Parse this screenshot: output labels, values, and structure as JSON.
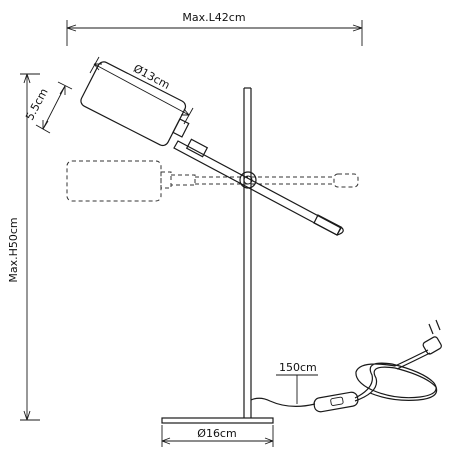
{
  "dimensions": {
    "max_length": "Max.L42cm",
    "max_height": "Max.H50cm",
    "shade_diameter": "Ø13cm",
    "shade_depth": "5.5cm",
    "base_diameter": "Ø16cm",
    "cable_length": "150cm"
  }
}
